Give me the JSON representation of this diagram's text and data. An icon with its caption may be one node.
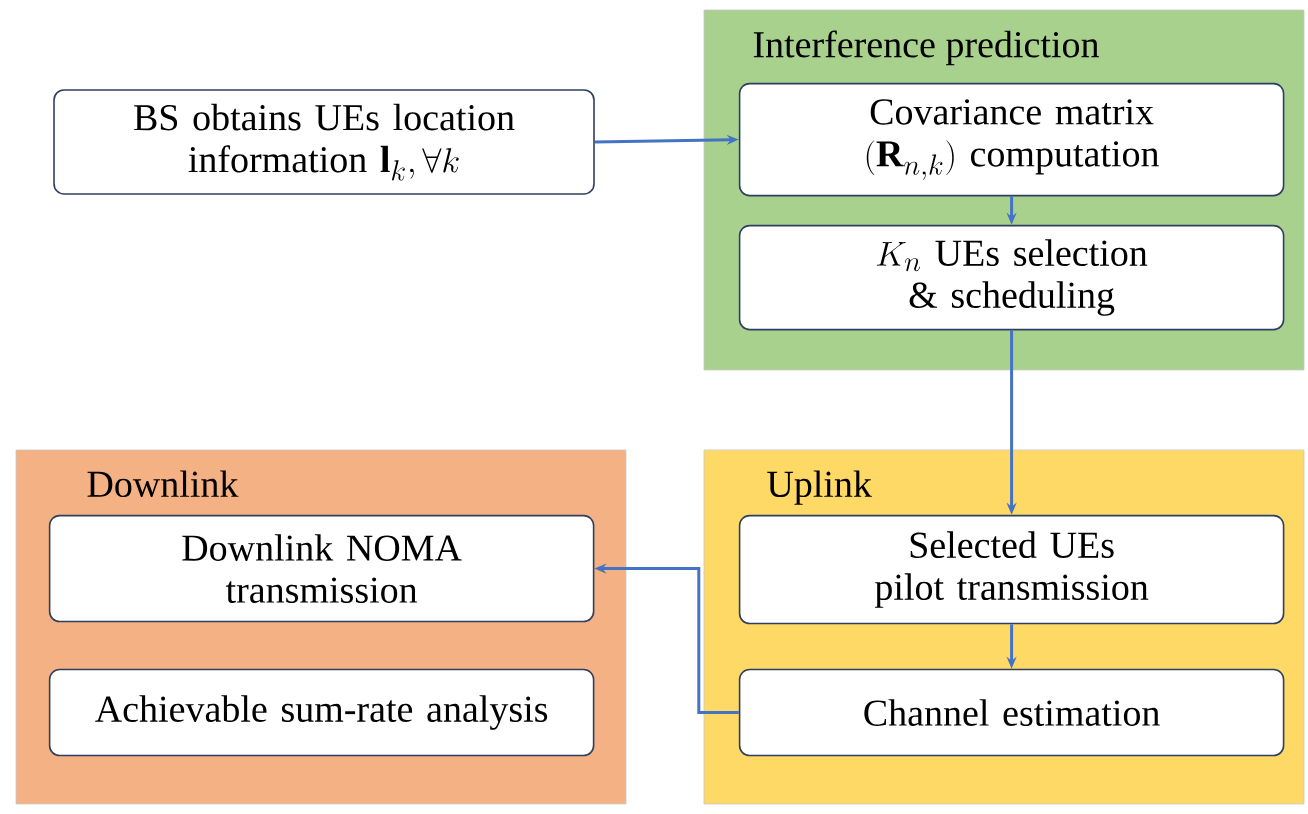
{
  "diagram": {
    "nodes": [
      {
        "text": [
          "Interference prediction"
        ]
      },
      {
        "text": [
          "BS obtains UEs location information",
          "\\mathbf{l}_k, \\forall k"
        ]
      },
      {
        "text": [
          "Covariance matrix",
          "(\\mathbf{R}_{n,k})",
          "computation"
        ],
        "in": 0
      },
      {
        "text": [
          "K_n",
          "UEs selection & scheduling"
        ],
        "in": 0
      },
      {
        "text": [
          "Uplink"
        ]
      },
      {
        "text": [
          "Selected UEs pilot transmission"
        ],
        "in": 4
      },
      {
        "text": [
          "Channel estimation"
        ],
        "in": 4
      },
      {
        "text": [
          "Downlink"
        ]
      },
      {
        "text": [
          "Downlink NOMA transmission"
        ],
        "in": 7
      },
      {
        "text": [
          "Achievable sum-rate analysis"
        ],
        "in": 7
      }
    ],
    "edges": [
      {
        "from": 1,
        "to": 2,
        "arrow": "to"
      },
      {
        "from": 2,
        "to": 3,
        "arrow": "to"
      },
      {
        "from": 3,
        "to": 5,
        "arrow": "to"
      },
      {
        "from": 5,
        "to": 6,
        "arrow": "to"
      },
      {
        "from": 6,
        "to": 8,
        "arrow": "to"
      }
    ]
  }
}
